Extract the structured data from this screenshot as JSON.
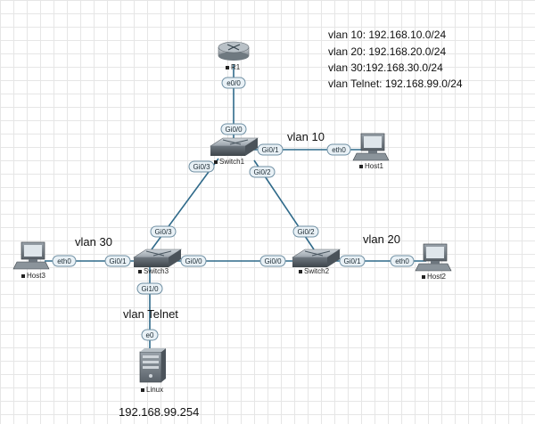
{
  "devices": {
    "r1": {
      "label": "R1"
    },
    "switch1": {
      "label": "Switch1"
    },
    "switch2": {
      "label": "Switch2"
    },
    "switch3": {
      "label": "Switch3"
    },
    "host1": {
      "label": "Host1"
    },
    "host2": {
      "label": "Host2"
    },
    "host3": {
      "label": "Host3"
    },
    "linux": {
      "label": "Linux"
    }
  },
  "ports": {
    "r1_e0": "e0/0",
    "sw1_gi00": "Gi0/0",
    "sw1_gi01": "Gi0/1",
    "sw1_gi02": "Gi0/2",
    "sw1_gi03": "Gi0/3",
    "host1_eth0": "eth0",
    "sw2_gi02": "Gi0/2",
    "sw2_gi00": "Gi0/0",
    "sw2_gi01": "Gi0/1",
    "host2_eth0": "eth0",
    "sw3_gi03": "Gi0/3",
    "sw3_gi00": "Gi0/0",
    "sw3_gi01": "Gi0/1",
    "sw3_gi10": "Gi1/0",
    "host3_eth0": "eth0",
    "linux_e0": "e0"
  },
  "labels": {
    "vlan10": "vlan 10",
    "vlan20": "vlan 20",
    "vlan30": "vlan 30",
    "vlan_telnet": "vlan Telnet",
    "linux_ip": "192.168.99.254"
  },
  "info": {
    "line1": "vlan 10: 192.168.10.0/24",
    "line2": "vlan 20: 192.168.20.0/24",
    "line3": "vlan 30:192.168.30.0/24",
    "line4": "vlan Telnet: 192.168.99.0/24"
  }
}
